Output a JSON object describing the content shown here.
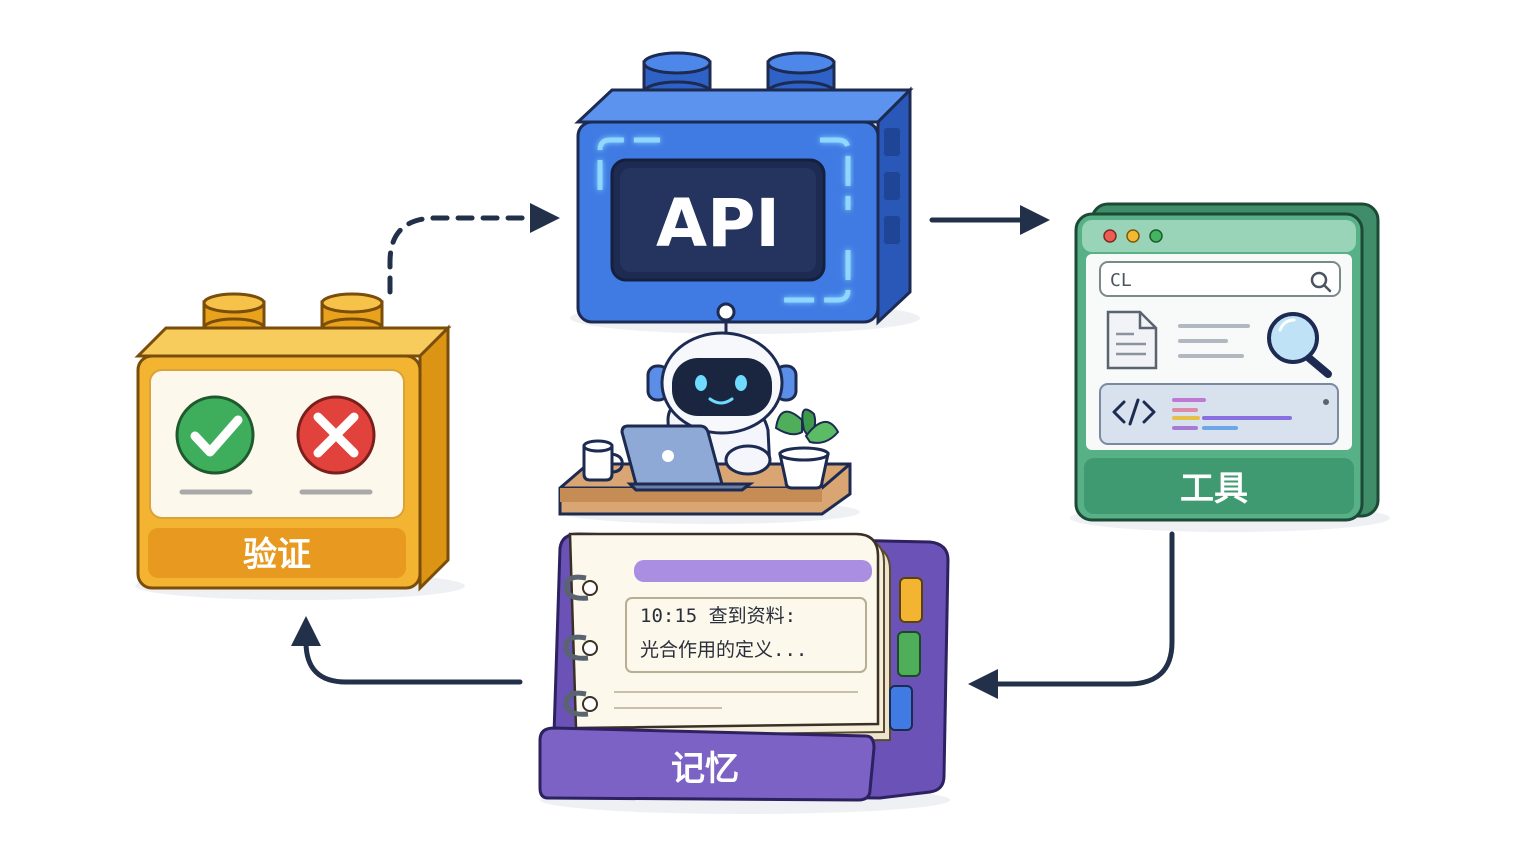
{
  "api_block": {
    "label": "API",
    "accent": "#3f7be3"
  },
  "verify_block": {
    "label": "验证",
    "accent": "#f3b531",
    "check_icon": "check-icon",
    "cross_icon": "cross-icon"
  },
  "tools_window": {
    "label": "工具",
    "accent": "#4ba37c",
    "search_text": "CL"
  },
  "memory_notebook": {
    "label": "记忆",
    "accent": "#7b62c4",
    "note_line_1": "10:15  查到资料:",
    "note_line_2": "光合作用的定义..."
  },
  "flow": [
    "验证",
    "API",
    "工具",
    "记忆",
    "验证"
  ]
}
